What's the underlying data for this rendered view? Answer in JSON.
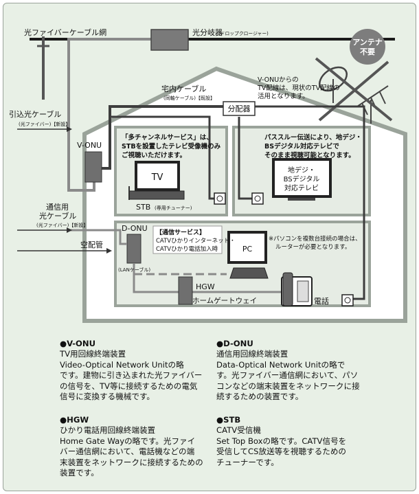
{
  "labels": {
    "fiber_cable_net": "光ファイバーケーブル網",
    "splitter": "光分岐器",
    "splitter_sub": "(ドロップクロージャー)",
    "antenna_badge_l1": "アンテナ",
    "antenna_badge_l2": "不要",
    "lead_in_cable": "引込光ケーブル",
    "lead_in_sub": "(光ファイバー)【新設】",
    "indoor_cable": "宅内ケーブル",
    "indoor_cable_sub": "(同軸ケーブル)【既設】",
    "distributor": "分配器",
    "vonu_note_l1": "V-ONUからの",
    "vonu_note_l2": "TV配線は、現状のTV配線の",
    "vonu_note_l3": "活用となります。",
    "v_onu": "V-ONU",
    "multi_ch_l1": "「多チャンネルサービス」は、",
    "multi_ch_l2": "STBを設置したテレビ受像機のみ",
    "multi_ch_l3": "ご視聴いただけます。",
    "passthru_l1": "パススルー伝送により、地デジ・",
    "passthru_l2": "BSデジタル対応テレビで",
    "passthru_l3": "そのまま視聴可能となります。",
    "tv": "TV",
    "digital_tv_l1": "地デジ・",
    "digital_tv_l2": "BSデジタル",
    "digital_tv_l3": "対応テレビ",
    "stb": "STB",
    "stb_sub": "(専用チューナー)",
    "comm_cable_l1": "通信用",
    "comm_cable_l2": "光ケーブル",
    "comm_cable_sub": "(光ファイバー)【新設】",
    "d_onu": "D-ONU",
    "comm_service_title": "【通信サービス】",
    "comm_service_l1": "CATVひかりインターネット・",
    "comm_service_l2": "CATVひかり電話加入時",
    "air_duct": "空配管",
    "pc": "PC",
    "pc_note_l1": "※パソコンを複数台接続の場合は、",
    "pc_note_l2": "ルーターが必要となります。",
    "lan_cable": "(LANケーブル)",
    "hgw": "HGW",
    "home_gateway": "ホームゲートウェイ",
    "phone": "電話"
  },
  "notes": [
    {
      "heading": "●V-ONU",
      "subheading": "TV用回線終端装置",
      "lines": [
        "Video-Optical Network Unitの略",
        "です。建物に引き込まれた光ファイバー",
        "の信号を、TV等に接続するための電気",
        "信号に変換する機械です。"
      ]
    },
    {
      "heading": "●D-ONU",
      "subheading": "通信用回線終端装置",
      "lines": [
        "Data-Optical Network Unitの略で",
        "す。光ファイバー通信網において、パソ",
        "コンなどの端末装置をネットワークに接",
        "続するための装置です。"
      ]
    },
    {
      "heading": "●HGW",
      "subheading": "ひかり電話用回線終端装置",
      "lines": [
        "Home Gate Wayの略です。光ファイ",
        "バー通信網において、電話機などの端",
        "末装置をネットワークに接続するための",
        "装置です。"
      ]
    },
    {
      "heading": "●STB",
      "subheading": "CATV受信機",
      "lines": [
        "Set Top Boxの略です。CATV信号を",
        "受信してCS放送等を視聴するための",
        "チューナーです。"
      ]
    }
  ],
  "colors": {
    "background": "#e8f0e6",
    "house": "#ffffff",
    "cable_gray": "#8a8a8a",
    "cable_dark": "#3d3d3d",
    "badge": "#7d7d7d",
    "device": "#6f6f6f"
  }
}
